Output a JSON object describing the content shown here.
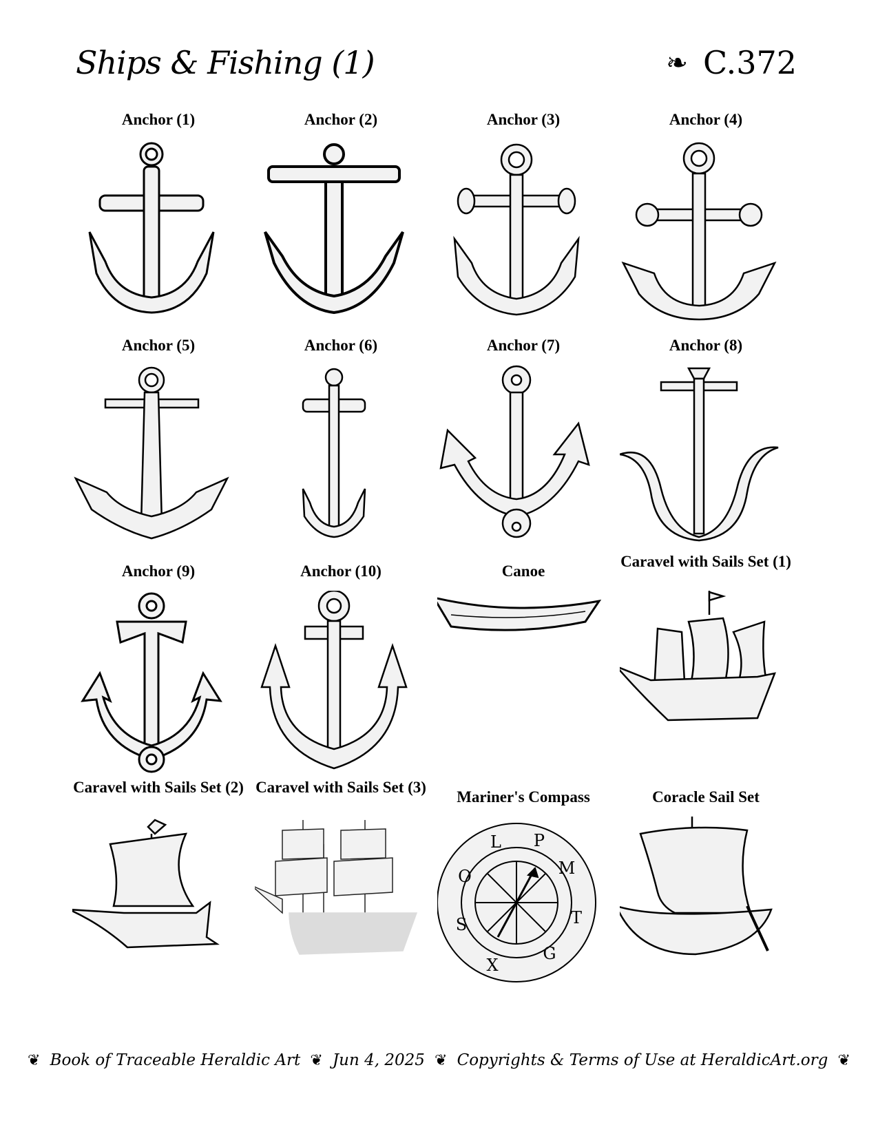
{
  "header": {
    "title": "Ships & Fishing (1)",
    "fleuron": "❧",
    "code": "C.372"
  },
  "items": [
    {
      "label": "Anchor (1)",
      "icon": "anchor-icon"
    },
    {
      "label": "Anchor (2)",
      "icon": "anchor-icon"
    },
    {
      "label": "Anchor (3)",
      "icon": "anchor-icon"
    },
    {
      "label": "Anchor (4)",
      "icon": "anchor-icon"
    },
    {
      "label": "Anchor (5)",
      "icon": "anchor-icon"
    },
    {
      "label": "Anchor (6)",
      "icon": "anchor-icon"
    },
    {
      "label": "Anchor (7)",
      "icon": "anchor-icon"
    },
    {
      "label": "Anchor (8)",
      "icon": "anchor-icon"
    },
    {
      "label": "Anchor (9)",
      "icon": "anchor-icon"
    },
    {
      "label": "Anchor (10)",
      "icon": "anchor-icon"
    },
    {
      "label": "Canoe",
      "icon": "canoe-icon"
    },
    {
      "label": "Caravel with Sails Set (1)",
      "icon": "caravel-icon"
    },
    {
      "label": "Caravel with Sails Set (2)",
      "icon": "caravel-icon"
    },
    {
      "label": "Caravel with Sails Set (3)",
      "icon": "ship-icon"
    },
    {
      "label": "Mariner's Compass",
      "icon": "compass-icon",
      "letters": [
        "P",
        "M",
        "T",
        "G",
        "X",
        "S",
        "O",
        "L"
      ]
    },
    {
      "label": "Coracle Sail Set",
      "icon": "coracle-icon"
    }
  ],
  "footer": {
    "ornament": "❦",
    "book": "Book of Traceable Heraldic Art",
    "date": "Jun 4, 2025",
    "terms": "Copyrights & Terms of Use at HeraldicArt.org"
  }
}
